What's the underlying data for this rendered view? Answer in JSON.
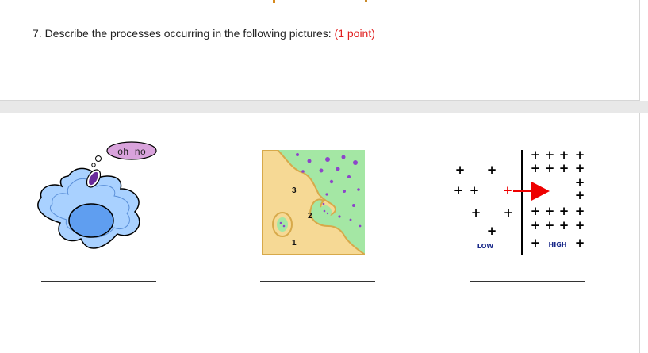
{
  "question": {
    "number_text": "7. Describe the processes occurring in the following pictures:",
    "points_text": "(1 point)"
  },
  "pictures": {
    "cell": {
      "thought_bubble": "oh no"
    },
    "membrane": {
      "labels": [
        "3",
        "2",
        "1"
      ]
    },
    "gradient": {
      "low_label": "LOW",
      "high_label": "HIGH"
    }
  },
  "colors": {
    "points": "#e02020",
    "cell_fill": "#a9d1ff",
    "nucleus_fill": "#5f9ef0",
    "bubble_fill": "#d9a3dc",
    "membrane_bg": "#a4e7a4",
    "membrane_tan": "#f6d995",
    "membrane_dots": "#8d45c9",
    "arrow": "#ee0000"
  }
}
